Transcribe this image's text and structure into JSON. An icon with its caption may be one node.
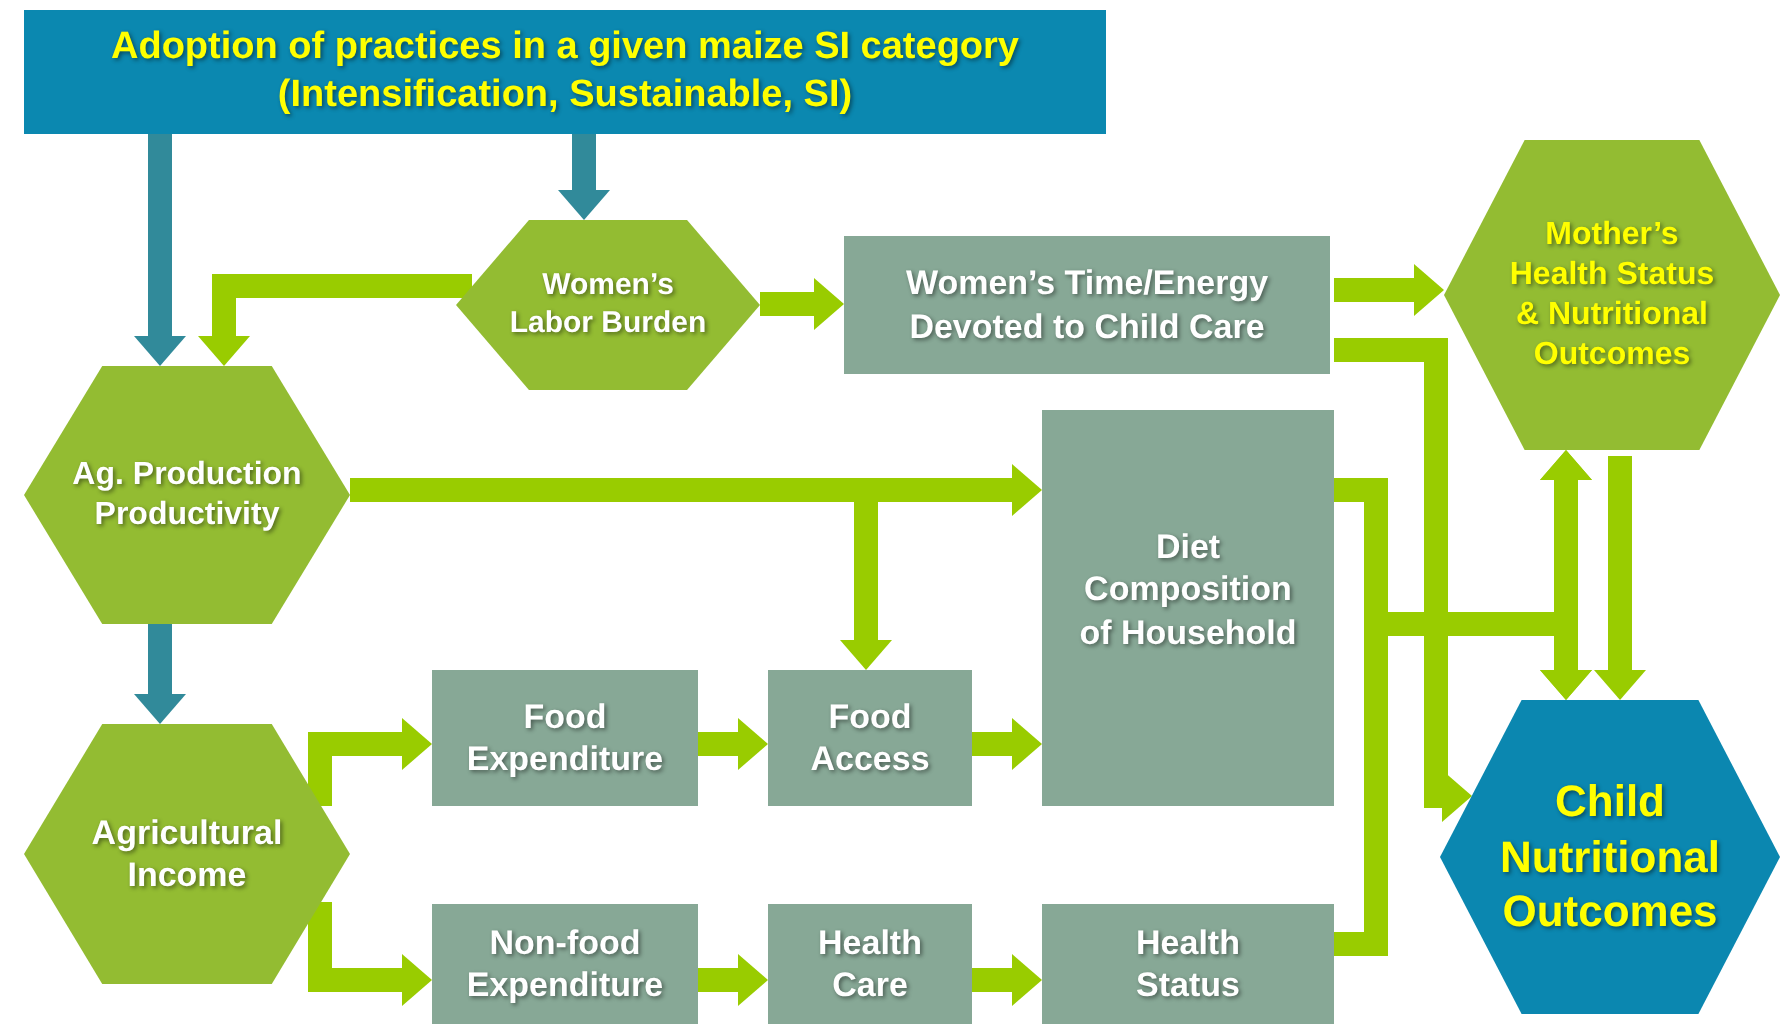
{
  "diagram": {
    "nodes": [
      {
        "text": [
          "Adoption of practices in a given maize SI category (Intensification, Sustainable, SI)"
        ]
      },
      {
        "text": [
          "Women’s Labor Burden"
        ]
      },
      {
        "text": [
          "Women’s Time/Energy Devoted to Child Care"
        ]
      },
      {
        "text": [
          "Mother’s Health Status & Nutritional Outcomes"
        ]
      },
      {
        "text": [
          "Ag. Production Productivity"
        ]
      },
      {
        "text": [
          "Diet Composition of Household"
        ]
      },
      {
        "text": [
          "Agricultural Income"
        ]
      },
      {
        "text": [
          "Food Expenditure"
        ]
      },
      {
        "text": [
          "Food Access"
        ]
      },
      {
        "text": [
          "Child Nutritional Outcomes"
        ]
      },
      {
        "text": [
          "Non-food Expenditure"
        ]
      },
      {
        "text": [
          "Health Care"
        ]
      },
      {
        "text": [
          "Health Status"
        ]
      }
    ],
    "edges": [
      {
        "from": 0,
        "to": 4,
        "arrow": "to",
        "color": "#318a9a"
      },
      {
        "from": 0,
        "to": 1,
        "arrow": "to",
        "color": "#318a9a"
      },
      {
        "from": 1,
        "to": 4,
        "arrow": "to"
      },
      {
        "from": 1,
        "to": 2,
        "arrow": "to"
      },
      {
        "from": 2,
        "to": 3,
        "arrow": "to"
      },
      {
        "from": 2,
        "to": 9,
        "arrow": "to"
      },
      {
        "from": 4,
        "to": 5,
        "arrow": "to"
      },
      {
        "from": 4,
        "to": 8,
        "arrow": "to"
      },
      {
        "from": 4,
        "to": 6,
        "arrow": "to",
        "color": "#318a9a"
      },
      {
        "from": 6,
        "to": 7,
        "arrow": "to"
      },
      {
        "from": 6,
        "to": 10,
        "arrow": "to"
      },
      {
        "from": 7,
        "to": 8,
        "arrow": "to"
      },
      {
        "from": 8,
        "to": 5,
        "arrow": "to"
      },
      {
        "from": 10,
        "to": 11,
        "arrow": "to"
      },
      {
        "from": 11,
        "to": 12,
        "arrow": "to"
      },
      {
        "from": 5,
        "to": 3,
        "arrow": "to"
      },
      {
        "from": 5,
        "to": 9,
        "arrow": "to"
      },
      {
        "from": 12,
        "to": 3,
        "arrow": "to"
      },
      {
        "from": 12,
        "to": 9,
        "arrow": "to"
      },
      {
        "from": 3,
        "to": 9,
        "arrow": "to"
      }
    ]
  }
}
